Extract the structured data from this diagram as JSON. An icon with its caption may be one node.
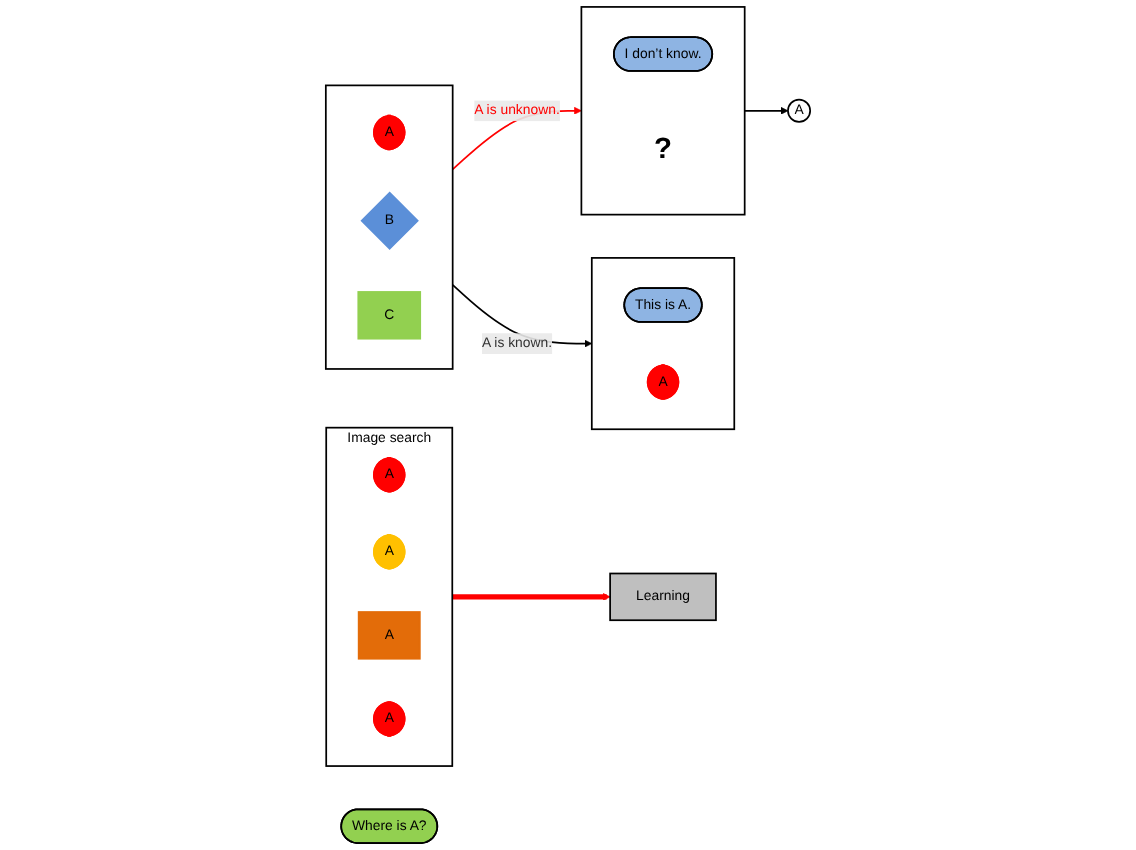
{
  "diagram": {
    "nodes": [
      {
        "text": [],
        "shape": "box"
      },
      {
        "text": [
          "A"
        ],
        "in": 0
      },
      {
        "text": [
          "B"
        ],
        "in": 0
      },
      {
        "text": [
          "C"
        ],
        "in": 0
      },
      {
        "text": [
          "Where is A?"
        ]
      },
      {
        "text": [],
        "shape": "box"
      },
      {
        "text": [
          "This is A."
        ],
        "in": 5
      },
      {
        "text": [
          "A"
        ],
        "in": 5
      },
      {
        "text": [],
        "shape": "box"
      },
      {
        "text": [
          "I don’t know."
        ],
        "in": 8
      },
      {
        "text": [
          "?"
        ],
        "in": 8
      },
      {
        "text": [
          "A"
        ]
      },
      {
        "text": [
          "Image search"
        ]
      },
      {
        "text": [
          "A"
        ],
        "in": 12
      },
      {
        "text": [
          "A"
        ],
        "in": 12
      },
      {
        "text": [
          "A"
        ],
        "in": 12
      },
      {
        "text": [
          "A"
        ],
        "in": 12
      },
      {
        "text": [
          "Learning"
        ]
      }
    ],
    "edges": [
      {
        "from": 0,
        "to": 5,
        "arrow": "to",
        "label": "A is known."
      },
      {
        "from": 0,
        "to": 8,
        "arrow": "to",
        "label": "A is unknown.",
        "color": "#ff0000"
      },
      {
        "from": 8,
        "to": 11,
        "arrow": "to"
      },
      {
        "from": 12,
        "to": 17,
        "arrow": "to",
        "style": "thick",
        "color": "#ff0000"
      }
    ]
  }
}
